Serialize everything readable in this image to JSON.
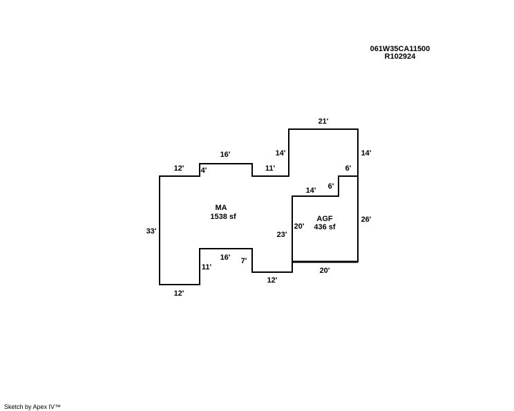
{
  "parcel": {
    "id": "061W35CA11500",
    "ref": "R102924"
  },
  "areas": {
    "main": {
      "code": "MA",
      "size": "1538 sf"
    },
    "garage": {
      "code": "AGF",
      "size": "436 sf"
    }
  },
  "dimensions": {
    "ma_top_left": "12'",
    "ma_left_jog": "4'",
    "ma_top_mid": "16'",
    "ma_top_right": "11'",
    "ma_upper_rise": "14'",
    "upper_top": "21'",
    "upper_right": "14'",
    "agf_top_step": "6'",
    "agf_step_rise": "6'",
    "agf_top": "14'",
    "agf_left": "20'",
    "agf_right": "26'",
    "agf_bottom": "20'",
    "ma_left": "33'",
    "ma_right_inner": "23'",
    "ma_bottom_left": "12'",
    "ma_notch_left": "11'",
    "ma_notch_top": "16'",
    "ma_notch_right": "7'",
    "ma_bottom_right": "12'"
  },
  "footer": "Sketch by Apex IV™"
}
